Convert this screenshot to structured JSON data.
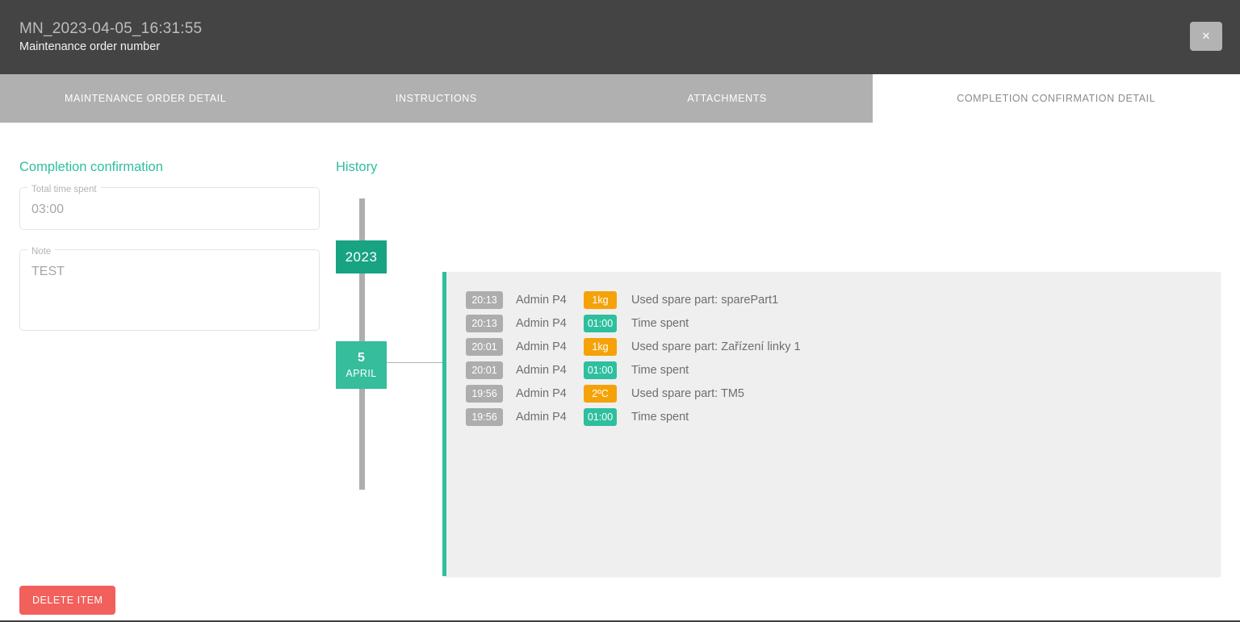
{
  "header": {
    "title": "MN_2023-04-05_16:31:55",
    "subtitle": "Maintenance order number",
    "close_label": "✕",
    "close_icon": "close-icon",
    "background": "#444444"
  },
  "tabs": [
    {
      "label": "MAINTENANCE ORDER DETAIL",
      "active": false
    },
    {
      "label": "INSTRUCTIONS",
      "active": false
    },
    {
      "label": "ATTACHMENTS",
      "active": false
    },
    {
      "label": "COMPLETION CONFIRMATION DETAIL",
      "active": true
    }
  ],
  "completion": {
    "heading": "Completion confirmation",
    "total_time": {
      "label": "Total time spent",
      "value": "03:00"
    },
    "note": {
      "label": "Note",
      "value": "TEST"
    }
  },
  "history": {
    "heading": "History",
    "timeline": {
      "year": "2023",
      "day": "5",
      "month": "APRIL"
    },
    "rows": [
      {
        "time": "20:13",
        "user": "Admin P4",
        "badge": "1kg",
        "badge_kind": "orange",
        "text": "Used spare part: sparePart1"
      },
      {
        "time": "20:13",
        "user": "Admin P4",
        "badge": "01:00",
        "badge_kind": "teal",
        "text": "Time spent"
      },
      {
        "time": "20:01",
        "user": "Admin P4",
        "badge": "1kg",
        "badge_kind": "orange",
        "text": "Used spare part: Zařízení linky 1"
      },
      {
        "time": "20:01",
        "user": "Admin P4",
        "badge": "01:00",
        "badge_kind": "teal",
        "text": "Time spent"
      },
      {
        "time": "19:56",
        "user": "Admin P4",
        "badge": "2ºC",
        "badge_kind": "orange",
        "text": "Used spare part: TM5"
      },
      {
        "time": "19:56",
        "user": "Admin P4",
        "badge": "01:00",
        "badge_kind": "teal",
        "text": "Time spent"
      }
    ]
  },
  "actions": {
    "delete_label": "DELETE ITEM"
  },
  "colors": {
    "accent_teal": "#2ebf9e",
    "accent_teal_dark": "#18a383",
    "accent_teal_light": "#35bd9c",
    "badge_orange": "#f5a209",
    "badge_gray": "#adadad",
    "danger_red": "#f2605c",
    "tab_gray": "#b0b0b0",
    "header_dark": "#444444",
    "panel_gray": "#efefef"
  }
}
